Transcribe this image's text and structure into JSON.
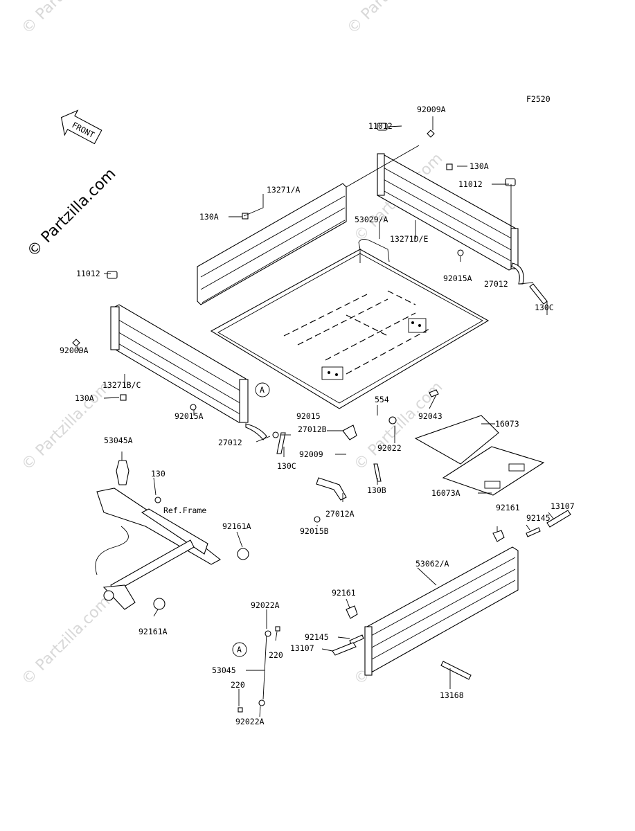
{
  "figure_code": "F2520",
  "front_label": "FRONT",
  "watermark_main": "© Partzilla.com",
  "watermark_faint": "© Partzilla.com",
  "callout_letter": "A",
  "ref_frame": "Ref.Frame",
  "labels": {
    "l92009A_top": "92009A",
    "l11012_top": "11012",
    "l130A_tr": "130A",
    "l11012_r": "11012",
    "l13271A": "13271/A",
    "l130A_ml": "130A",
    "l53029A": "53029/A",
    "l13271DE": "13271D/E",
    "l11012_l": "11012",
    "l92015A_r": "92015A",
    "l27012_r": "27012",
    "l130C_r": "130C",
    "l92009A_l": "92009A",
    "l13271BC": "13271B/C",
    "l130A_l": "130A",
    "l92015": "92015",
    "l92015A_l": "92015A",
    "l554": "554",
    "l92043": "92043",
    "l16073": "16073",
    "l27012B": "27012B",
    "l27012_l": "27012",
    "l53045A": "53045A",
    "l92009": "92009",
    "l92022": "92022",
    "l130C_l": "130C",
    "l130": "130",
    "l130B": "130B",
    "l16073A": "16073A",
    "l27012A": "27012A",
    "l92015B": "92015B",
    "l92161A_r": "92161A",
    "l92161_r": "92161",
    "l92145_r": "92145",
    "l13107_r": "13107",
    "l53062A": "53062/A",
    "l92161_b": "92161",
    "l92022A_t": "92022A",
    "l92161A_b": "92161A",
    "l92145_b": "92145",
    "l13107_b": "13107",
    "l220_t": "220",
    "l53045": "53045",
    "l220_b": "220",
    "l13168": "13168",
    "l92022A_b": "92022A"
  }
}
